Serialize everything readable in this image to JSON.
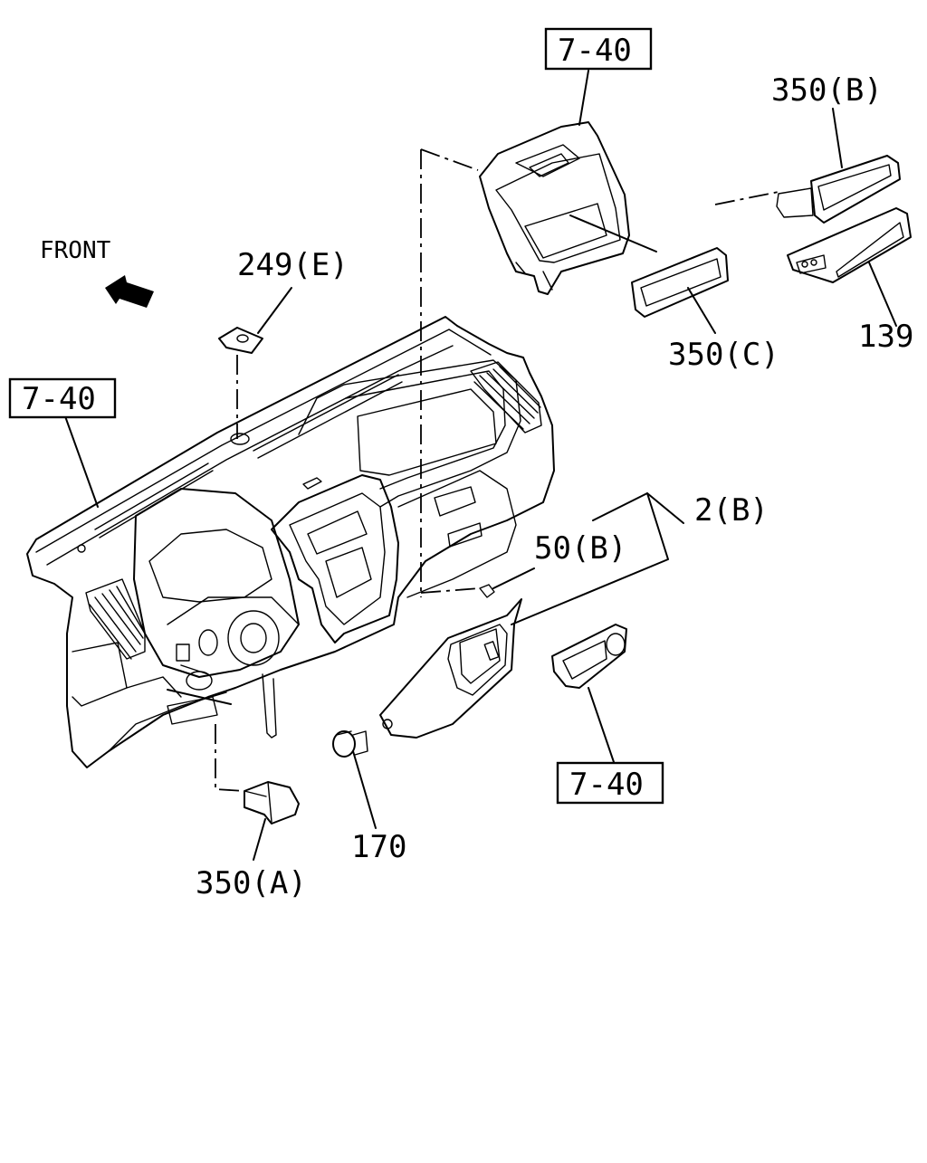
{
  "front_label": "FRONT",
  "callouts": {
    "ref_top": "7-40",
    "ref_left": "7-40",
    "ref_bottom": "7-40",
    "part_249e": "249(E)",
    "part_350b": "350(B)",
    "part_350c": "350(C)",
    "part_139": "139",
    "part_2b": "2(B)",
    "part_50b": "50(B)",
    "part_170": "170",
    "part_350a": "350(A)"
  },
  "colors": {
    "ink": "#000000",
    "paper": "#ffffff"
  }
}
